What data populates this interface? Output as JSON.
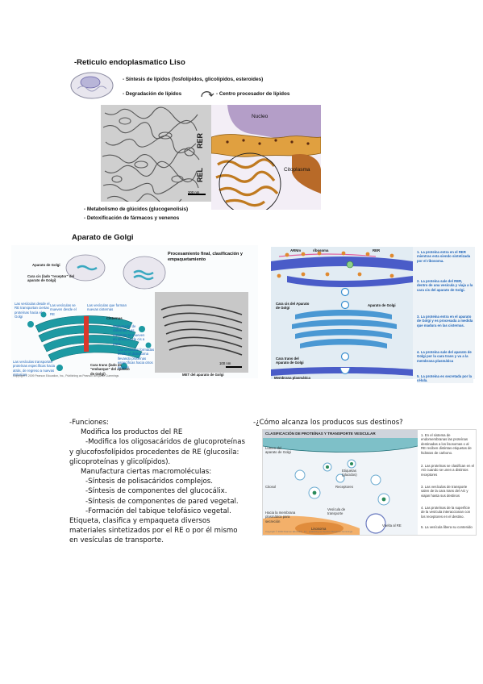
{
  "rel": {
    "title": "-Reticulo endoplasmatico Liso",
    "bullets_top": [
      "- Síntesis de lípidos (fosfolípidos, glicolípidos, esteroides)",
      "- Degradación de lípidos",
      "- Centro procesador de lípidos"
    ],
    "bullets_bottom": [
      "- Metabolismo de glúcidos (glucogenolisis)",
      "- Detoxificación de fármacos y venenos"
    ],
    "labels": {
      "nucleo": "Nucleo",
      "rer": "RER",
      "rel": "REL",
      "citoplasma": "Citoplasma",
      "scale": "200 nm"
    }
  },
  "golgi": {
    "title": "Aparato de Golgi",
    "label_aparato": "Aparato de Golgi",
    "label_cara_cis": "Cara cis (lado \"receptor\" del aparato de Golgi)",
    "label_procesamiento": "Procesamiento final, clasificación y empaquetamiento",
    "blue_notes": [
      "Las vesículas desde el RE transportan ciertas proteínas hacia el Golgi",
      "Las vesículas se mueven desde el RE",
      "Las vesículas que forman nuevas cisternas",
      "Maduración de cisternas: Las cisternas se mueven en dirección de cis a trans",
      "Las vesículas formadas desde el dictiosoma llevando proteínas específicas hacia otros lugares",
      "Las vesículas transportan proteínas específicas hacia atrás, de regreso a nuevas cisternas"
    ],
    "label_cisternas": "Cisternas",
    "label_cara_trans": "Cara trans (lado de \"embarque\" del aparato de Golgi)",
    "label_met": "MET del aparato de Golgi",
    "scale": "100 nm",
    "copyright": "Copyright © 2009 Pearson Education, Inc., Publishing as Pearson Benjamin Cummings"
  },
  "golgi_right": {
    "top_labels": {
      "arnm": "ARNm",
      "ribosoma": "ribosoma",
      "rer": "RER"
    },
    "side_labels": {
      "cara_cis": "Cara cis del Aparato de Golgi",
      "aparato": "Aparato de Golgi",
      "cara_trans": "Cara trans del Aparato de Golgi",
      "membrana": "Membrana plasmática"
    },
    "steps": [
      "1. La proteína entra en el RER mientras esta siendo sintetizada por el ribosoma.",
      "2. La proteína sale del RER, dentro de una vesícula y viaja a la cara cis del aparato de Golgi.",
      "3. La proteína entra en el aparato de Golgi y es procesada a medida que madura en las cisternas.",
      "4. La proteína sale del aparato de Golgi por la cara trans y va a la membrana plasmática",
      "5. La proteína es secretada por la célula."
    ]
  },
  "functions": {
    "lines": [
      "-Funciones:",
      "Modifica los productos del RE",
      "-Modifica los oligosacáridos de glucoproteínas",
      "y glucofosfolípidos procedentes de RE (glucosila:",
      "glicoproteínas y glicolípidos).",
      "Manufactura ciertas macromoléculas:",
      "-Síntesis de polisacáridos complejos.",
      "-Síntesis de componentes del glucocálix.",
      "-Síntesis de componentes de pared vegetal.",
      "-Formación del tabique telofásico vegetal.",
      "Etiqueta, clasifica y empaqueta diversos",
      "materiales sintetizados por el RE o por él mismo",
      "en vesículas de transporte."
    ]
  },
  "destinos": {
    "title": "-¿Cómo alcanza los producos sus destinos?",
    "figure_title": "CLASIFICACIÓN DE PROTEÍNAS Y TRANSPORTE VESICULAR",
    "labels": {
      "lumen": "Lumen del aparato de Golgi",
      "etiquetas": "Etiquetas (glucidos)",
      "receptores": "Receptores",
      "citosol": "Citosol",
      "hacia_membrana": "Hacia la membrana plasmática para secreción",
      "vesicula_transporte": "Vesícula de transporte",
      "lisosoma": "Lisosoma",
      "vuelta_re": "Vuelta al RE"
    },
    "steps": [
      "1. En el sistema de endomembranas las proteínas destinadas a los lisosomas o al RE reciben distintas etiquetas de hidratos de carbono.",
      "2. Las proteínas se clasifican en el AG cuando se unen a distintos receptores",
      "3. Las vesículas de transporte salen de la cara trans del AG y viajan hasta sus destinos",
      "4. Las proteínas de la superficie de la vesícula interaccionan con los receptores en el destino.",
      "5. La vesícula libera su contenido"
    ],
    "copyright": "Copyright © 2009 Pearson Education, Inc., publishing as Pearson Benjamin Cummings."
  },
  "colors": {
    "golgi_teal": "#1d9aa3",
    "rer_blue": "#4a5cc8",
    "golgi_blue": "#3a8fd0",
    "er_orange": "#d98a2a",
    "text_blue": "#1d63b8"
  }
}
